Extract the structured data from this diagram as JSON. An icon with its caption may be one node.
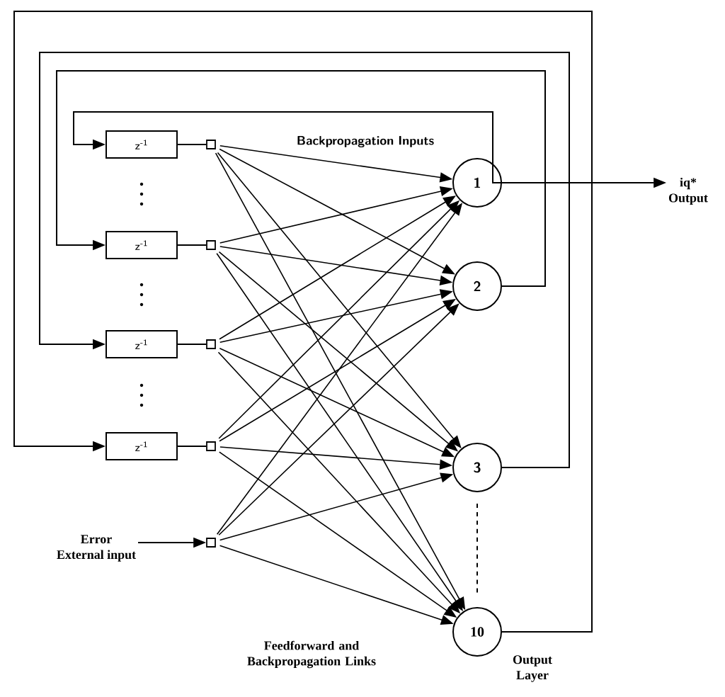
{
  "diagram": {
    "nodes": [
      {
        "text": [
          "z$^{-1}$"
        ]
      },
      {
        "text": [
          "z$^{-1}$"
        ]
      },
      {
        "text": [
          "z$^{-1}$"
        ]
      },
      {
        "text": [
          "z$^{-1}$"
        ]
      },
      {
        "text": [],
        "shape": "box"
      },
      {
        "text": [],
        "shape": "box"
      },
      {
        "text": [],
        "shape": "box"
      },
      {
        "text": [],
        "shape": "box"
      },
      {
        "text": [],
        "shape": "box"
      },
      {
        "text": [
          "1"
        ]
      },
      {
        "text": [
          "2"
        ]
      },
      {
        "text": [
          "3"
        ]
      },
      {
        "text": [
          "10"
        ],
        "beside": [
          "Output Layer"
        ]
      },
      {
        "text": [
          "Error",
          "External input"
        ]
      },
      {
        "text": [
          "iq*",
          "Output"
        ]
      }
    ],
    "edges": [
      {
        "from": 0,
        "to": 4,
        "arrow": "none"
      },
      {
        "from": 1,
        "to": 5,
        "arrow": "none"
      },
      {
        "from": 2,
        "to": 6,
        "arrow": "none"
      },
      {
        "from": 3,
        "to": 7,
        "arrow": "none"
      },
      {
        "from": 13,
        "to": 8,
        "arrow": "to"
      },
      {
        "from": 4,
        "to": 9,
        "arrow": "to"
      },
      {
        "from": 4,
        "to": 10,
        "arrow": "to"
      },
      {
        "from": 4,
        "to": 11,
        "arrow": "to"
      },
      {
        "from": 4,
        "to": 12,
        "arrow": "to"
      },
      {
        "from": 5,
        "to": 9,
        "arrow": "to"
      },
      {
        "from": 5,
        "to": 10,
        "arrow": "to"
      },
      {
        "from": 5,
        "to": 11,
        "arrow": "to"
      },
      {
        "from": 5,
        "to": 12,
        "arrow": "to"
      },
      {
        "from": 6,
        "to": 9,
        "arrow": "to"
      },
      {
        "from": 6,
        "to": 10,
        "arrow": "to"
      },
      {
        "from": 6,
        "to": 11,
        "arrow": "to"
      },
      {
        "from": 6,
        "to": 12,
        "arrow": "to"
      },
      {
        "from": 7,
        "to": 9,
        "arrow": "to"
      },
      {
        "from": 7,
        "to": 10,
        "arrow": "to"
      },
      {
        "from": 7,
        "to": 11,
        "arrow": "to"
      },
      {
        "from": 7,
        "to": 12,
        "arrow": "to"
      },
      {
        "from": 8,
        "to": 9,
        "arrow": "to"
      },
      {
        "from": 8,
        "to": 10,
        "arrow": "to"
      },
      {
        "from": 8,
        "to": 11,
        "arrow": "to"
      },
      {
        "from": 8,
        "to": 12,
        "arrow": "to"
      },
      {
        "from": 9,
        "to": 0,
        "arrow": "to"
      },
      {
        "from": 10,
        "to": 1,
        "arrow": "to"
      },
      {
        "from": 11,
        "to": 2,
        "arrow": "to"
      },
      {
        "from": 12,
        "to": 3,
        "arrow": "to"
      },
      {
        "from": 9,
        "to": 14,
        "arrow": "to"
      },
      {
        "from": 11,
        "to": 12,
        "arrow": "none",
        "style": "dashed"
      }
    ],
    "labels": [
      "Backpropagation Inputs",
      "Feedforward and Backpropagation Links"
    ]
  }
}
